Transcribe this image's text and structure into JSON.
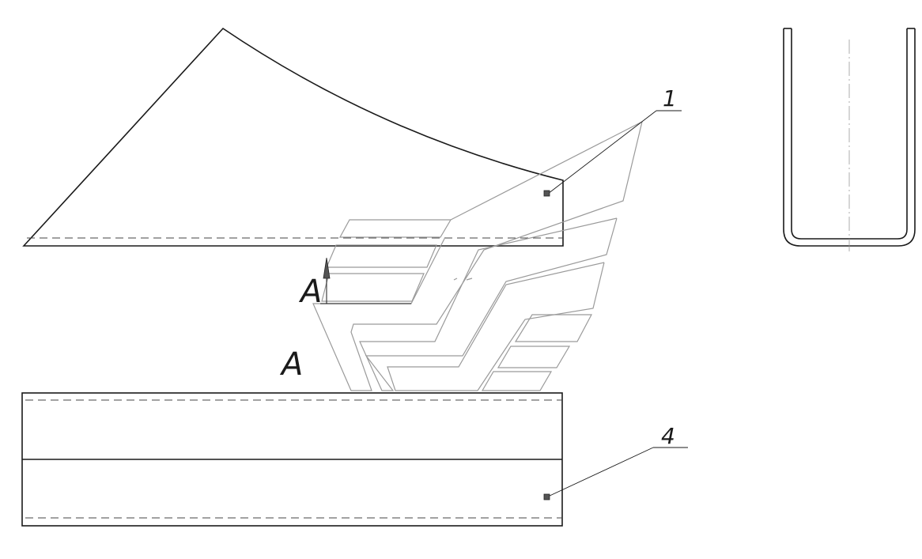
{
  "labels": {
    "callout_1": "1",
    "callout_4": "4",
    "section_arrow": "A",
    "section_view": "A"
  },
  "colors": {
    "outline": "#1a1a1a",
    "logo_stroke": "#9a9a9a",
    "background": "#ffffff"
  }
}
